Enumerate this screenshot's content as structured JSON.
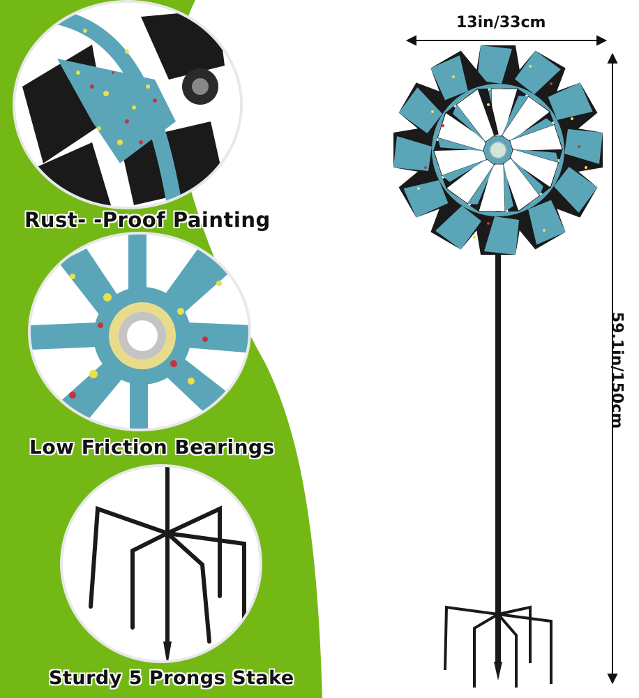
{
  "colors": {
    "background_green": "#74b816",
    "paint_blue": "#5aa6b8",
    "metal_black": "#1a1a1a",
    "speck_yellow": "#e9e04a",
    "speck_red": "#c8323c"
  },
  "labels": {
    "painting": "Rust- -Proof Painting",
    "bearings": "Low Friction Bearings",
    "stake": "Sturdy 5 Prongs Stake",
    "width": "13in/33cm",
    "height": "59.1in/150cm"
  }
}
